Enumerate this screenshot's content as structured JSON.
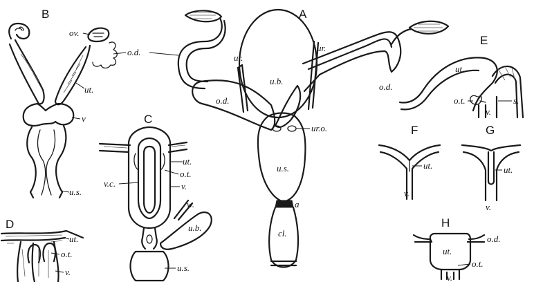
{
  "figure": {
    "panels": {
      "A": {
        "letter": "A",
        "labels": {
          "ur1": "ur.",
          "ur2": "ur.",
          "ub": "u.b.",
          "od": "o.d.",
          "od_ext": "o.d.",
          "uro": "ur.o.",
          "us": "u.s.",
          "a": "a",
          "cl": "cl."
        }
      },
      "B": {
        "letter": "B",
        "labels": {
          "ov": "ov.",
          "ut": "ut.",
          "v": "v",
          "us": "u.s."
        }
      },
      "C": {
        "letter": "C",
        "labels": {
          "ut": "ut.",
          "ot": "o.t.",
          "vc": "v.c.",
          "v": "v.",
          "w": "w.",
          "ub": "u.b.",
          "us": "u.s."
        }
      },
      "D": {
        "letter": "D",
        "labels": {
          "ut": "ut.",
          "ot": "o.t.",
          "v": "v."
        }
      },
      "E": {
        "letter": "E",
        "labels": {
          "ut": "ut.",
          "od": "o.d.",
          "ot": "o.t.",
          "v": "v.",
          "s": "s."
        }
      },
      "F": {
        "letter": "F",
        "labels": {
          "ut": "ut.",
          "v": "v."
        }
      },
      "G": {
        "letter": "G",
        "labels": {
          "ut": "ut.",
          "v": "v."
        }
      },
      "H": {
        "letter": "H",
        "labels": {
          "od": "o.d.",
          "ut": "ut.",
          "ot": "o.t.",
          "v": "v."
        }
      }
    }
  }
}
